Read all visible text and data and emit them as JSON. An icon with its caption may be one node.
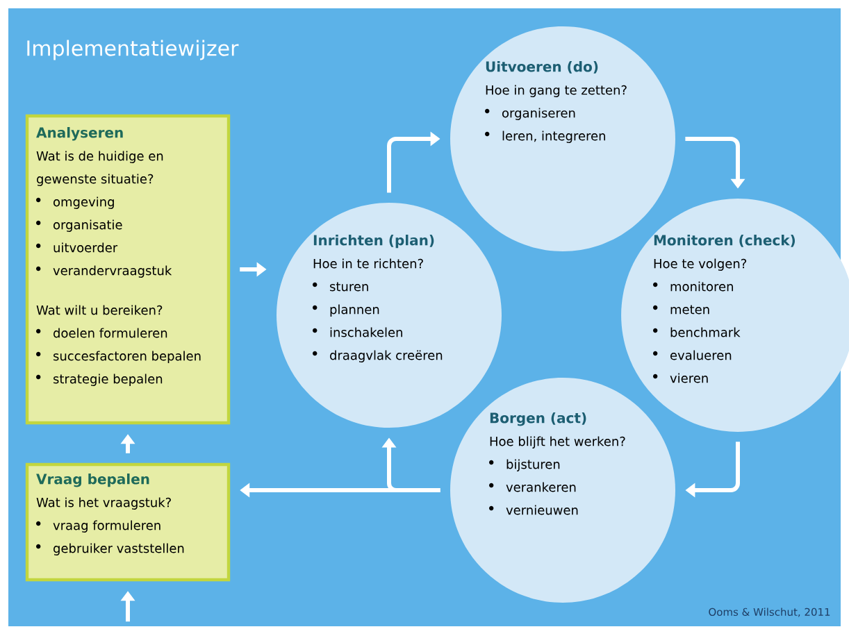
{
  "diagram": {
    "title": "Implementatiewijzer",
    "nodes": [
      {
        "text": [
          "Analyseren",
          "Wat is de huidige en gewenste situatie?",
          "omgeving",
          "organisatie",
          "uitvoerder",
          "verandervraagstuk",
          "Wat wilt u bereiken?",
          "doelen formuleren",
          "succesfactoren bepalen",
          "strategie bepalen"
        ]
      },
      {
        "text": [
          "Vraag bepalen",
          "Wat is het vraagstuk?",
          "vraag formuleren",
          "gebruiker vaststellen"
        ]
      },
      {
        "text": [
          "Inrichten (plan)",
          "Hoe in te richten?",
          "sturen",
          "plannen",
          "inschakelen",
          "draagvlak creëren"
        ]
      },
      {
        "text": [
          "Uitvoeren (do)",
          "Hoe in gang te zetten?",
          "organiseren",
          "leren, integreren"
        ]
      },
      {
        "text": [
          "Monitoren (check)",
          "Hoe te volgen?",
          "monitoren",
          "meten",
          "benchmark",
          "evalueren",
          "vieren"
        ]
      },
      {
        "text": [
          "Borgen (act)",
          "Hoe blijft het werken?",
          "bijsturen",
          "verankeren",
          "vernieuwen"
        ]
      }
    ],
    "edges": [
      {
        "from": null,
        "to": 1,
        "arrow": "to"
      },
      {
        "from": 1,
        "to": 0,
        "arrow": "to"
      },
      {
        "from": 0,
        "to": 2,
        "arrow": "to"
      },
      {
        "from": 2,
        "to": 3,
        "arrow": "to"
      },
      {
        "from": 3,
        "to": 4,
        "arrow": "to"
      },
      {
        "from": 4,
        "to": 5,
        "arrow": "to"
      },
      {
        "from": 5,
        "to": 1,
        "arrow": "to"
      },
      {
        "from": 5,
        "to": 2,
        "arrow": "to"
      }
    ],
    "labels": [
      "Ooms & Wilschut, 2011"
    ]
  }
}
